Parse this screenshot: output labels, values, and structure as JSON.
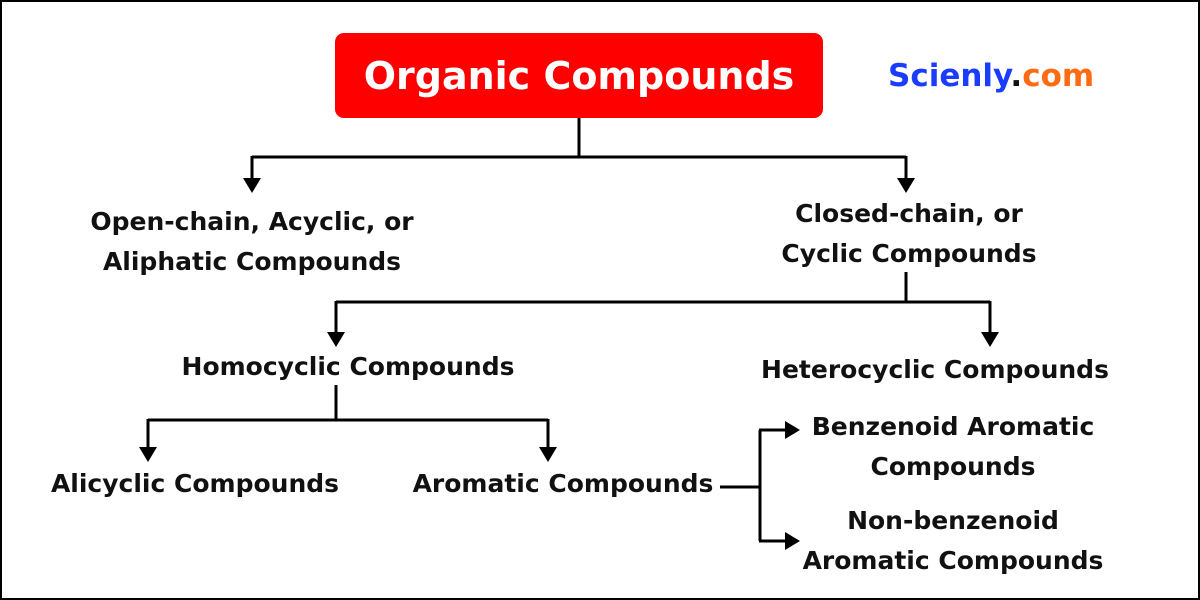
{
  "title": "Organic Compounds",
  "logo": {
    "name": "Scienly",
    "dot": ".",
    "tld": "com"
  },
  "colors": {
    "title_bg": "#ff0000",
    "logo_name": "#1a3cff",
    "logo_tld": "#ff6a13"
  },
  "nodes": {
    "open_chain": [
      "Open-chain, Acyclic, or",
      "Aliphatic Compounds"
    ],
    "closed_chain": [
      "Closed-chain, or",
      "Cyclic Compounds"
    ],
    "homocyclic": "Homocyclic Compounds",
    "heterocyclic": "Heterocyclic Compounds",
    "alicyclic": "Alicyclic Compounds",
    "aromatic": "Aromatic Compounds",
    "benzenoid": [
      "Benzenoid Aromatic",
      "Compounds"
    ],
    "non_benzenoid": [
      "Non-benzenoid",
      "Aromatic Compounds"
    ]
  }
}
